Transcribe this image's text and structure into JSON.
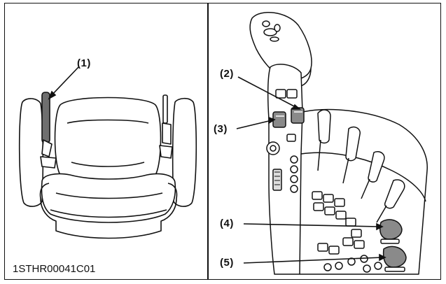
{
  "figure_id": "1STHR00041C01",
  "callouts": {
    "c1": "(1)",
    "c2": "(2)",
    "c3": "(3)",
    "c4": "(4)",
    "c5": "(5)"
  },
  "colors": {
    "line": "#111111",
    "shade": "#9a9a9a",
    "dark_shade": "#6f6f6f",
    "background": "#ffffff"
  }
}
